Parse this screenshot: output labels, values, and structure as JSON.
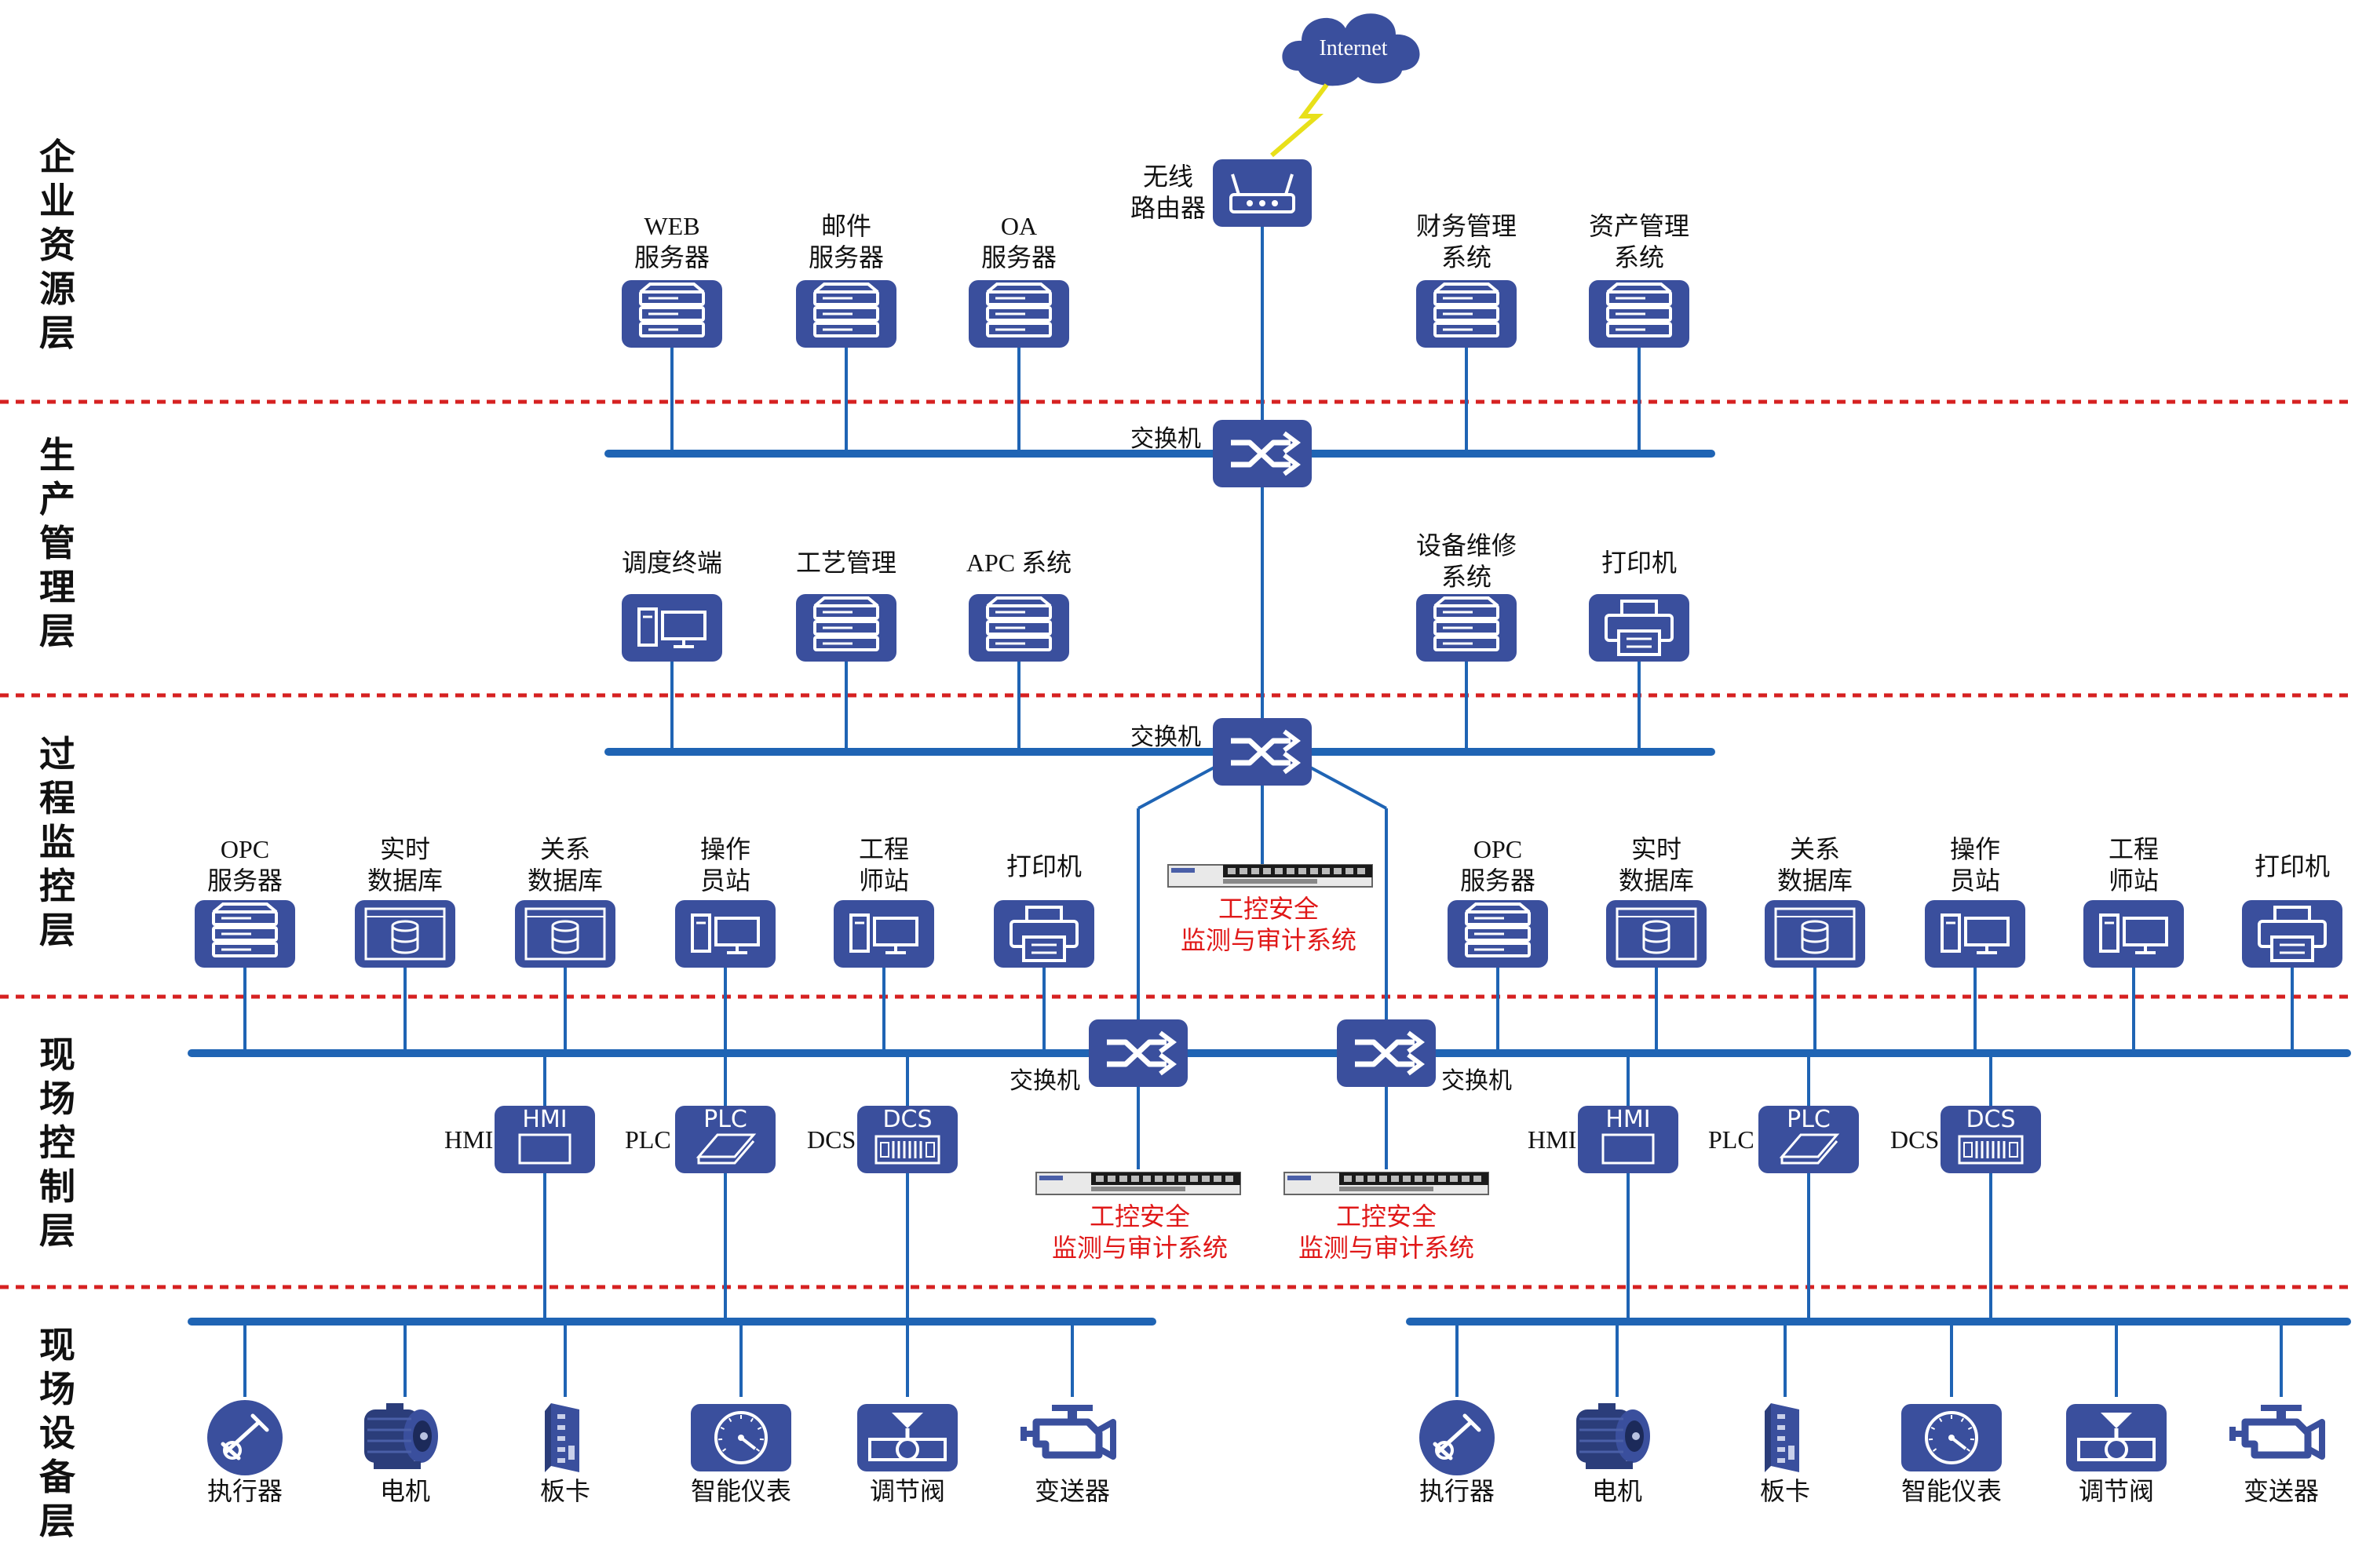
{
  "colors": {
    "icon": "#3a4f9d",
    "bus": "#1f64b4",
    "link": "#1f64b4",
    "divider": "#d62121",
    "warning": "#e01818"
  },
  "layers": [
    "企\n业\n资\n源\n层",
    "生\n产\n管\n理\n层",
    "过\n程\n监\n控\n层",
    "现\n场\n控\n制\n层",
    "现\n场\n设\n备\n层"
  ],
  "internet": {
    "label": "Internet"
  },
  "router": {
    "label": "无线\n路由器"
  },
  "switch_label": "交换机",
  "enterprise": [
    {
      "label": "WEB\n服务器",
      "icon": "server-icon"
    },
    {
      "label": "邮件\n服务器",
      "icon": "server-icon"
    },
    {
      "label": "OA\n服务器",
      "icon": "server-icon"
    },
    {
      "label": "财务管理\n系统",
      "icon": "server-icon"
    },
    {
      "label": "资产管理\n系统",
      "icon": "server-icon"
    }
  ],
  "production": [
    {
      "label": "调度终端",
      "icon": "workstation-icon"
    },
    {
      "label": "工艺管理",
      "icon": "server-icon"
    },
    {
      "label": "APC 系统",
      "icon": "server-icon"
    },
    {
      "label": "设备维修\n系统",
      "icon": "server-icon"
    },
    {
      "label": "打印机",
      "icon": "printer-icon"
    }
  ],
  "process_left": [
    {
      "label": "OPC\n服务器",
      "icon": "server-icon"
    },
    {
      "label": "实时\n数据库",
      "icon": "database-icon"
    },
    {
      "label": "关系\n数据库",
      "icon": "database-icon"
    },
    {
      "label": "操作\n员站",
      "icon": "workstation-icon"
    },
    {
      "label": "工程\n师站",
      "icon": "workstation-icon"
    },
    {
      "label": "打印机",
      "icon": "printer-icon"
    }
  ],
  "process_right": [
    {
      "label": "OPC\n服务器",
      "icon": "server-icon"
    },
    {
      "label": "实时\n数据库",
      "icon": "database-icon"
    },
    {
      "label": "关系\n数据库",
      "icon": "database-icon"
    },
    {
      "label": "操作\n员站",
      "icon": "workstation-icon"
    },
    {
      "label": "工程\n师站",
      "icon": "workstation-icon"
    },
    {
      "label": "打印机",
      "icon": "printer-icon"
    }
  ],
  "security_label": "工控安全\n监测与审计系统",
  "controllers": [
    {
      "side_label": "HMI",
      "tag": "HMI"
    },
    {
      "side_label": "PLC",
      "tag": "PLC"
    },
    {
      "side_label": "DCS",
      "tag": "DCS"
    }
  ],
  "field_devices": [
    {
      "label": "执行器",
      "icon": "actuator-icon"
    },
    {
      "label": "电机",
      "icon": "motor-icon"
    },
    {
      "label": "板卡",
      "icon": "board-icon"
    },
    {
      "label": "智能仪表",
      "icon": "gauge-icon"
    },
    {
      "label": "调节阀",
      "icon": "valve-icon"
    },
    {
      "label": "变送器",
      "icon": "transmitter-icon"
    }
  ]
}
